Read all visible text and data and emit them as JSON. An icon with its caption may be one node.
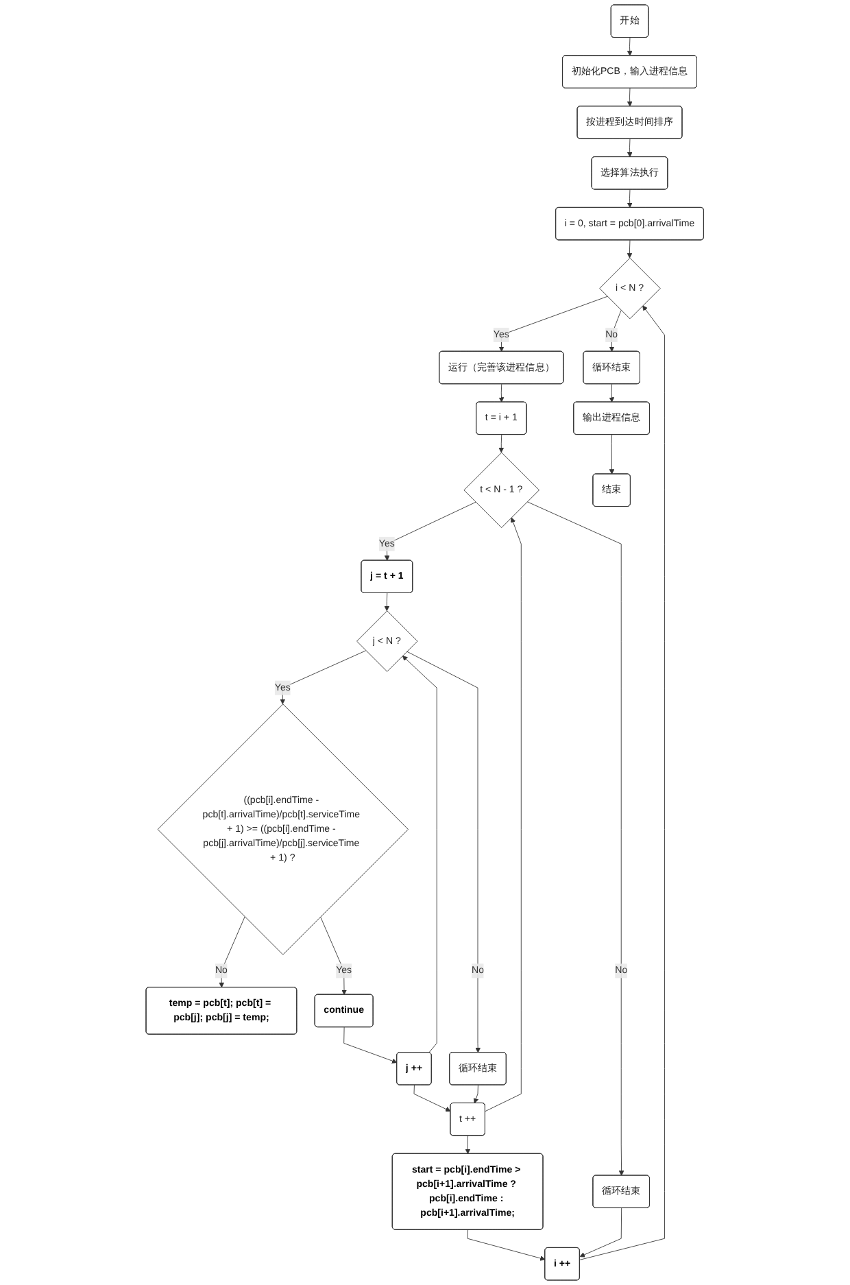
{
  "diagram": {
    "nodes": [
      {
        "text": [
          "开始"
        ]
      },
      {
        "text": [
          "初始化PCB，输入进程信息"
        ]
      },
      {
        "text": [
          "按进程到达时间排序"
        ]
      },
      {
        "text": [
          "选择算法执行"
        ]
      },
      {
        "text": [
          "i = 0, start = pcb[0].arrivalTime"
        ]
      },
      {
        "text": [
          "循环结束"
        ]
      },
      {
        "text": [
          "i < N ?"
        ]
      },
      {
        "text": [
          "运行（完善该进程信息）"
        ]
      },
      {
        "text": [
          "t = i + 1"
        ]
      },
      {
        "text": [
          "循环结束"
        ]
      },
      {
        "text": [
          "t < N - 1 ?"
        ]
      },
      {
        "text": [
          "j = t + 1"
        ]
      },
      {
        "text": [
          "循环结束"
        ]
      },
      {
        "text": [
          "j < N ?"
        ]
      },
      {
        "text": [
          "((pcb[i].endTime - pcb[t].arrivalTime)/pcb[t].serviceTime + 1) >= ((pcb[i].endTime - pcb[j].arrivalTime)/pcb[j].serviceTime + 1) ?"
        ]
      },
      {
        "text": [
          "temp = pcb[t]; pcb[t] = pcb[j]; pcb[j] = temp;"
        ]
      },
      {
        "text": [
          "continue"
        ]
      },
      {
        "text": [
          "j ++"
        ]
      },
      {
        "text": [
          "t ++"
        ]
      },
      {
        "text": [
          "start = pcb[i].endTime > pcb[i+1].arrivalTime ? pcb[i].endTime : pcb[i+1].arrivalTime;"
        ]
      },
      {
        "text": [
          "i ++"
        ]
      },
      {
        "text": [
          "输出进程信息"
        ]
      },
      {
        "text": [
          "结束"
        ]
      }
    ],
    "edges": [
      {
        "from": 0,
        "to": 1,
        "arrow": "to"
      },
      {
        "from": 1,
        "to": 2,
        "arrow": "to"
      },
      {
        "from": 2,
        "to": 3,
        "arrow": "to"
      },
      {
        "from": 3,
        "to": 4,
        "arrow": "to"
      },
      {
        "from": 4,
        "to": 6,
        "arrow": "to"
      },
      {
        "from": 6,
        "to": 5,
        "arrow": "to",
        "label": "No"
      },
      {
        "from": 6,
        "to": 7,
        "arrow": "to",
        "label": "Yes"
      },
      {
        "from": 7,
        "to": 8,
        "arrow": "to"
      },
      {
        "from": 8,
        "to": 10,
        "arrow": "to"
      },
      {
        "from": 10,
        "to": 9,
        "arrow": "to",
        "label": "No"
      },
      {
        "from": 10,
        "to": 11,
        "arrow": "to",
        "label": "Yes"
      },
      {
        "from": 11,
        "to": 13,
        "arrow": "to"
      },
      {
        "from": 13,
        "to": 12,
        "arrow": "to",
        "label": "No"
      },
      {
        "from": 13,
        "to": 14,
        "arrow": "to",
        "label": "Yes"
      },
      {
        "from": 14,
        "to": 15,
        "arrow": "to",
        "label": "No"
      },
      {
        "from": 14,
        "to": 16,
        "arrow": "to",
        "label": "Yes"
      },
      {
        "from": 16,
        "to": 17,
        "arrow": "to"
      },
      {
        "from": 17,
        "to": 13,
        "arrow": "to"
      },
      {
        "from": 17,
        "to": 18,
        "arrow": "to"
      },
      {
        "from": 12,
        "to": 18,
        "arrow": "to"
      },
      {
        "from": 18,
        "to": 10,
        "arrow": "to"
      },
      {
        "from": 18,
        "to": 19,
        "arrow": "to"
      },
      {
        "from": 19,
        "to": 20,
        "arrow": "to"
      },
      {
        "from": 9,
        "to": 20,
        "arrow": "to"
      },
      {
        "from": 20,
        "to": 6,
        "arrow": "to"
      },
      {
        "from": 5,
        "to": 21,
        "arrow": "to"
      },
      {
        "from": 21,
        "to": 22,
        "arrow": "to"
      }
    ]
  }
}
